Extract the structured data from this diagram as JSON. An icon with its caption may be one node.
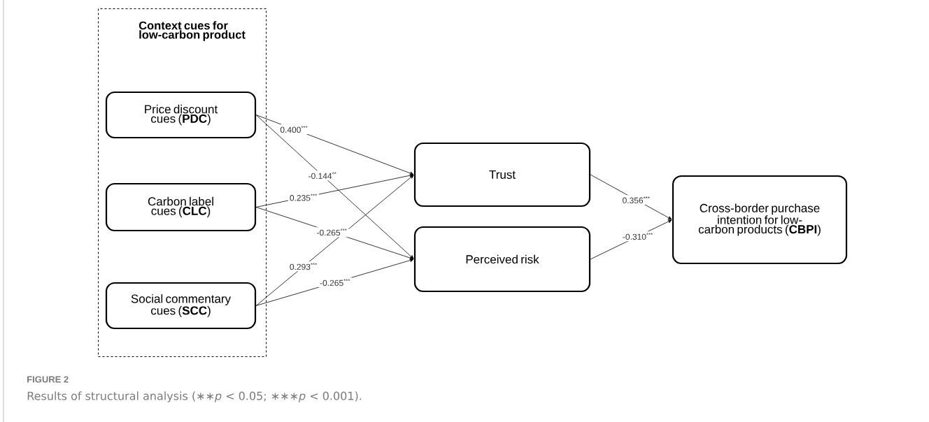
{
  "diagram": {
    "caption": "Results of structural analysis (∗∗*p* < 0.05; ∗∗∗*p* < 0.001).",
    "nodes": [
      {
        "text": [
          "Context cues for low-carbon product"
        ]
      },
      {
        "text": [
          "Price discount cues (**PDC**)"
        ],
        "in": 0
      },
      {
        "text": [
          "Carbon label cues (**CLC**)"
        ],
        "in": 0
      },
      {
        "text": [
          "Social commentary cues (**SCC**)"
        ],
        "in": 0
      },
      {
        "text": [
          "Trust"
        ]
      },
      {
        "text": [
          "Perceived risk"
        ]
      },
      {
        "text": [
          "Cross-border purchase intention for low-carbon products (**CBPI**)"
        ]
      }
    ],
    "edges": [
      {
        "from": 1,
        "to": 4,
        "arrow": "to",
        "label": "0.400$^{***}$"
      },
      {
        "from": 1,
        "to": 5,
        "arrow": "to",
        "label": "-0.144$^{**}$"
      },
      {
        "from": 2,
        "to": 4,
        "arrow": "to",
        "label": "0.235$^{***}$"
      },
      {
        "from": 2,
        "to": 5,
        "arrow": "to",
        "label": "-0.265$^{***}$"
      },
      {
        "from": 3,
        "to": 4,
        "arrow": "to",
        "label": "0.293$^{***}$"
      },
      {
        "from": 3,
        "to": 5,
        "arrow": "to",
        "label": "-0.265$^{***}$"
      },
      {
        "from": 4,
        "to": 6,
        "arrow": "to",
        "label": "0.356$^{***}$"
      },
      {
        "from": 5,
        "to": 6,
        "arrow": "to",
        "label": "-0.310$^{***}$"
      }
    ],
    "labels": [
      "FIGURE 2"
    ]
  }
}
